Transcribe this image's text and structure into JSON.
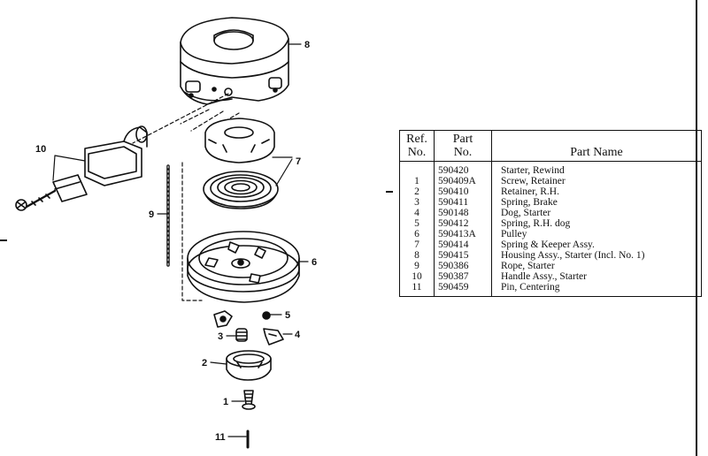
{
  "table": {
    "headers": {
      "ref": "Ref.\nNo.",
      "part_no": "Part\nNo.",
      "part_name": "Part Name"
    },
    "rows": [
      {
        "ref": "",
        "part_no": "590420",
        "name": "Starter, Rewind"
      },
      {
        "ref": "1",
        "part_no": "590409A",
        "name": "Screw, Retainer"
      },
      {
        "ref": "2",
        "part_no": "590410",
        "name": "Retainer, R.H."
      },
      {
        "ref": "3",
        "part_no": "590411",
        "name": "Spring, Brake"
      },
      {
        "ref": "4",
        "part_no": "590148",
        "name": "Dog, Starter"
      },
      {
        "ref": "5",
        "part_no": "590412",
        "name": "Spring, R.H. dog"
      },
      {
        "ref": "6",
        "part_no": "590413A",
        "name": "Pulley"
      },
      {
        "ref": "7",
        "part_no": "590414",
        "name": "Spring & Keeper Assy."
      },
      {
        "ref": "8",
        "part_no": "590415",
        "name": "Housing Assy., Starter (Incl. No. 1)"
      },
      {
        "ref": "9",
        "part_no": "590386",
        "name": "Rope, Starter"
      },
      {
        "ref": "10",
        "part_no": "590387",
        "name": "Handle Assy., Starter"
      },
      {
        "ref": "11",
        "part_no": "590459",
        "name": "Pin, Centering"
      }
    ]
  },
  "callouts": {
    "c8": "8",
    "c7": "7",
    "c10": "10",
    "c9": "9",
    "c6": "6",
    "c5": "5",
    "c4": "4",
    "c3": "3",
    "c2": "2",
    "c1": "1",
    "c11": "11"
  }
}
